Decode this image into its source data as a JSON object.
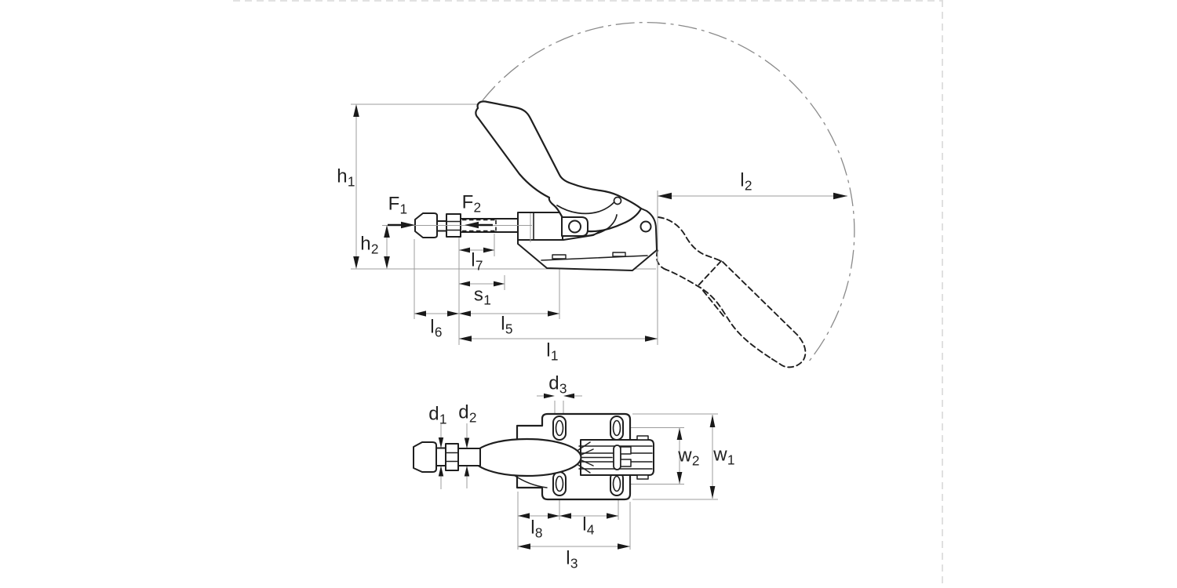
{
  "page": {
    "background": "#ffffff",
    "marquee": {
      "color": "#d9d9d9",
      "style": "dashed"
    }
  },
  "drawing": {
    "kind": "engineering dimension drawing",
    "subject": "push-pull toggle clamp: side view with closed handle, dashed open-handle position, handle swing arc, and top view of spindle with mounting base",
    "colors": {
      "outline": "#1f1f1f",
      "dimension_line": "#9c9c9c",
      "arrowhead": "#1a1a1a",
      "label_text": "#222222",
      "swing_arc": "#8a8a8a",
      "fill": "#ffffff"
    },
    "side_view": {
      "dimension_labels": [
        "h1",
        "h2",
        "F1",
        "F2",
        "l7",
        "s1",
        "l6",
        "l5",
        "l1",
        "l2"
      ]
    },
    "top_view": {
      "dimension_labels": [
        "d1",
        "d2",
        "d3",
        "w1",
        "w2",
        "l8",
        "l4",
        "l3"
      ]
    },
    "labels": {
      "h1": {
        "base": "h",
        "sub": "1"
      },
      "h2": {
        "base": "h",
        "sub": "2"
      },
      "F1": {
        "base": "F",
        "sub": "1"
      },
      "F2": {
        "base": "F",
        "sub": "2"
      },
      "l1": {
        "base": "l",
        "sub": "1"
      },
      "l2": {
        "base": "l",
        "sub": "2"
      },
      "l3": {
        "base": "l",
        "sub": "3"
      },
      "l4": {
        "base": "l",
        "sub": "4"
      },
      "l5": {
        "base": "l",
        "sub": "5"
      },
      "l6": {
        "base": "l",
        "sub": "6"
      },
      "l7": {
        "base": "l",
        "sub": "7"
      },
      "l8": {
        "base": "l",
        "sub": "8"
      },
      "s1": {
        "base": "s",
        "sub": "1"
      },
      "d1": {
        "base": "d",
        "sub": "1"
      },
      "d2": {
        "base": "d",
        "sub": "2"
      },
      "d3": {
        "base": "d",
        "sub": "3"
      },
      "w1": {
        "base": "w",
        "sub": "1"
      },
      "w2": {
        "base": "w",
        "sub": "2"
      }
    }
  }
}
